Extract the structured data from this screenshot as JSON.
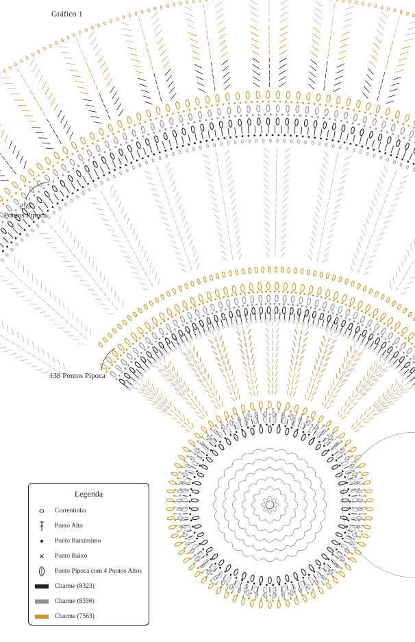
{
  "title": "Gráfico 1",
  "callouts": {
    "outer": {
      "line1": "259",
      "line2": "Pontos Pipoca"
    },
    "inner": "138 Pontos Pipoca"
  },
  "legend": {
    "title": "Legenda",
    "items": [
      {
        "label": "Correntinha",
        "icon": "chain-stitch-icon"
      },
      {
        "label": "Ponto Alto",
        "icon": "double-crochet-icon"
      },
      {
        "label": "Ponto Baixíssimo",
        "icon": "slip-stitch-icon"
      },
      {
        "label": "Ponto Baixo",
        "icon": "single-crochet-icon"
      },
      {
        "label": "Ponto Pipoca com 4 Pontos Altos",
        "icon": "popcorn-stitch-icon"
      },
      {
        "label": "Charme (8323)",
        "color": "#231f20"
      },
      {
        "label": "Charme (8336)",
        "color": "#8f8f8f"
      },
      {
        "label": "Charme (7563)",
        "color": "#c8992e"
      }
    ]
  },
  "colors": {
    "black": "#231f20",
    "gray": "#8f8f8f",
    "lightgray": "#b5b5b5",
    "gold": "#c8992e"
  }
}
